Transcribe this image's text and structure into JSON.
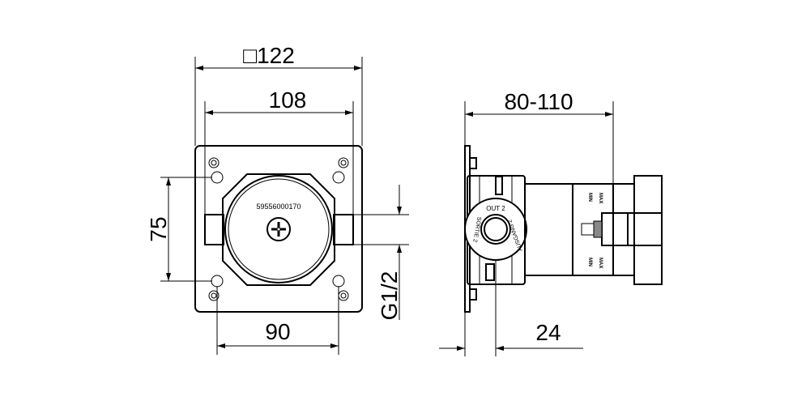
{
  "front_view": {
    "part_number": "59556000170",
    "dimensions": {
      "plate_square": "□122",
      "width_inner": "108",
      "hole_vertical": "75",
      "hole_horizontal": "90",
      "thread": "G1/2"
    }
  },
  "side_view": {
    "port_labels": {
      "top": "OUT 2",
      "left": "SORTIE 2",
      "right": "AUSGANG 2"
    },
    "marks": {
      "min": "MIN",
      "max": "MAX"
    },
    "dimensions": {
      "depth_range": "80-110",
      "offset": "24"
    }
  }
}
